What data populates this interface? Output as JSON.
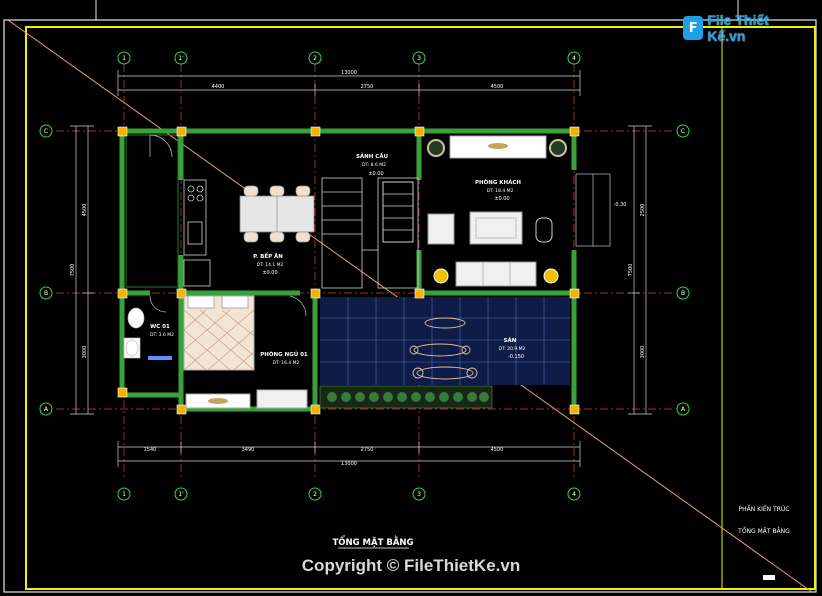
{
  "logo": {
    "badge": "F",
    "name": "File Thiết Kế.vn"
  },
  "copyright": "Copyright © FileThietKe.vn",
  "drawing": {
    "title": "TỔNG MẶT BẰNG",
    "titleblock": {
      "line1": "PHẦN KIẾN TRÚC",
      "line2": "TỔNG MẶT BẰNG"
    }
  },
  "grid": {
    "columns": [
      "1",
      "1'",
      "2",
      "3",
      "4"
    ],
    "rows": [
      "C",
      "B",
      "A"
    ]
  },
  "dimensions": {
    "top_total": "13000",
    "top_segments": [
      "4400",
      "2750",
      "4500"
    ],
    "bottom_total": "13000",
    "bottom_segments": [
      "1540",
      "3490",
      "2750",
      "4500"
    ],
    "left_total": "7500",
    "left_segments": [
      "4500",
      "3000"
    ],
    "right_total": "7500",
    "right_segments": [
      "2500",
      "3000"
    ]
  },
  "rooms": [
    {
      "id": "stair",
      "name": "SẢNH CẦU",
      "area": "DT: 8.6 M2",
      "level": "±0.00"
    },
    {
      "id": "living",
      "name": "PHÒNG KHÁCH",
      "area": "DT: 18.4 M2",
      "level": "±0.00"
    },
    {
      "id": "kitchen",
      "name": "P. BẾP ĂN",
      "area": "DT: 14.1 M2",
      "level": "±0.00"
    },
    {
      "id": "wc",
      "name": "WC 01",
      "area": "DT: 3.6 M2",
      "level": ""
    },
    {
      "id": "bed",
      "name": "PHÒNG NGỦ 01",
      "area": "DT: 16.4 M2",
      "level": ""
    },
    {
      "id": "yard",
      "name": "SÂN",
      "area": "DT: 20.9 M2",
      "level": "-0.150"
    }
  ],
  "levels": {
    "entrance": "-0.30"
  }
}
